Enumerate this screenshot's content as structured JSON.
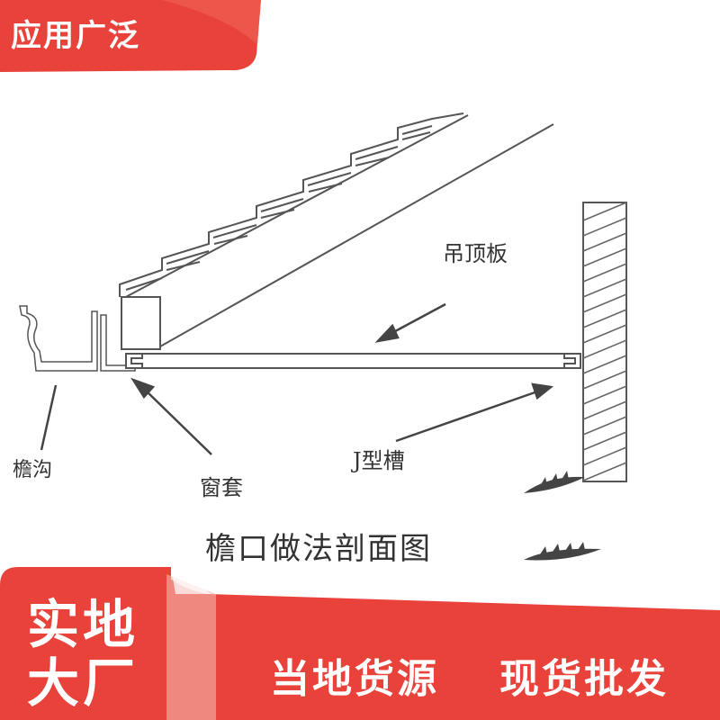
{
  "badge": {
    "text": "应用广泛"
  },
  "diagram": {
    "labels": {
      "ceiling_board": "吊顶板",
      "gutter": "檐沟",
      "window_cover": "窗套",
      "j_channel": "J型槽"
    },
    "caption": "檐口做法剖面图"
  },
  "banner": {
    "factory_line1": "实地",
    "factory_line2": "大厂",
    "slogan_left": "当地货源",
    "slogan_right": "现货批发"
  },
  "colors": {
    "red": "#e8423a",
    "red_dark": "#d92b27",
    "line": "#555555"
  }
}
